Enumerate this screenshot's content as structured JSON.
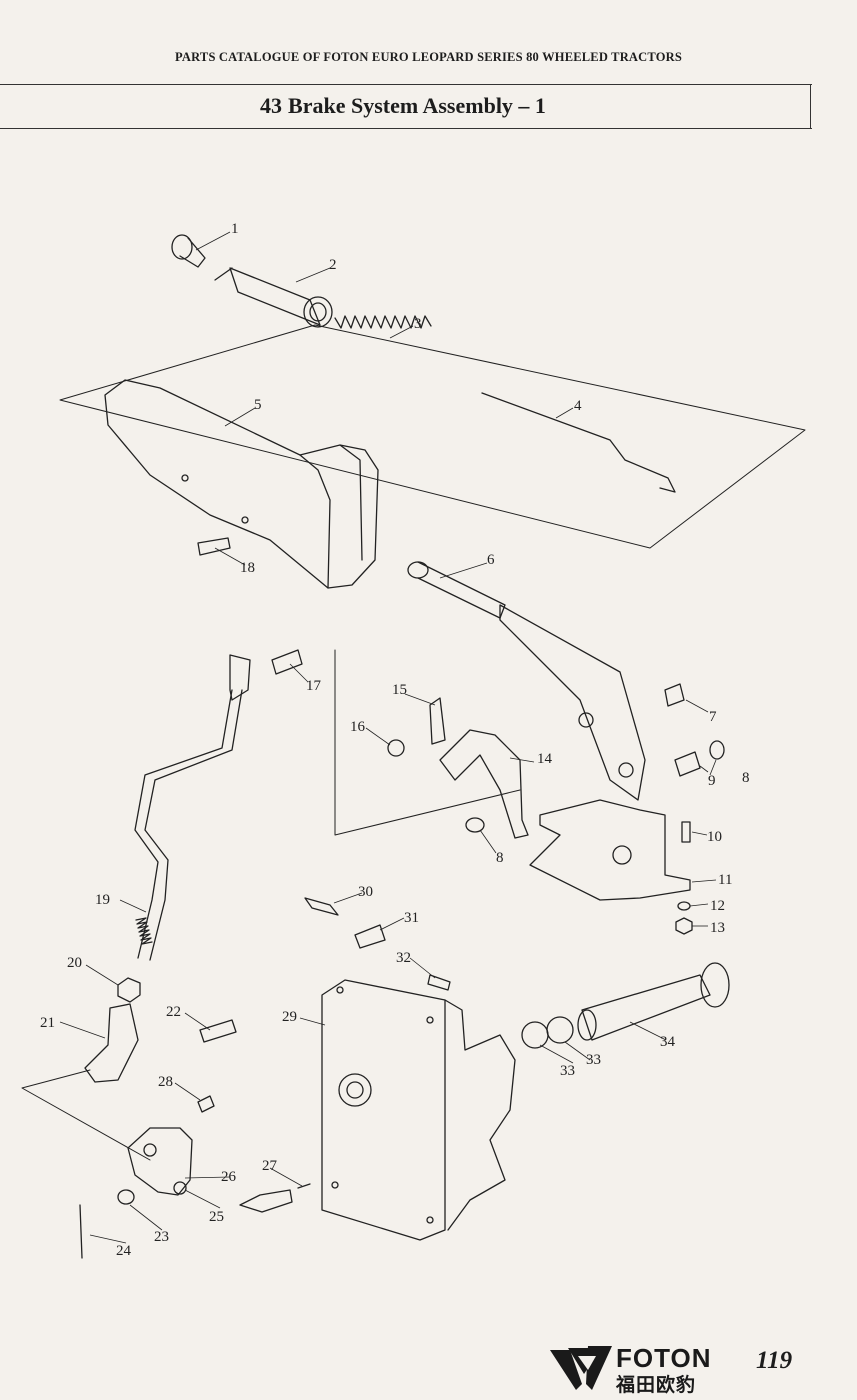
{
  "header": {
    "catalogue_title": "PARTS CATALOGUE OF FOTON EURO LEOPARD SERIES 80 WHEELED TRACTORS",
    "section_number": "43",
    "section_title": "Brake System Assembly – 1"
  },
  "callouts": [
    "1",
    "2",
    "3",
    "4",
    "5",
    "6",
    "7",
    "8",
    "9",
    "10",
    "11",
    "12",
    "13",
    "14",
    "15",
    "16",
    "17",
    "18",
    "19",
    "20",
    "21",
    "22",
    "23",
    "24",
    "25",
    "26",
    "27",
    "28",
    "29",
    "30",
    "31",
    "32",
    "33",
    "34"
  ],
  "footer": {
    "brand": "FOTON",
    "brand_cn": "福田欧豹",
    "page_number": "119"
  },
  "colors": {
    "ink": "#1d1d1d",
    "paper": "#f4f1ec"
  }
}
